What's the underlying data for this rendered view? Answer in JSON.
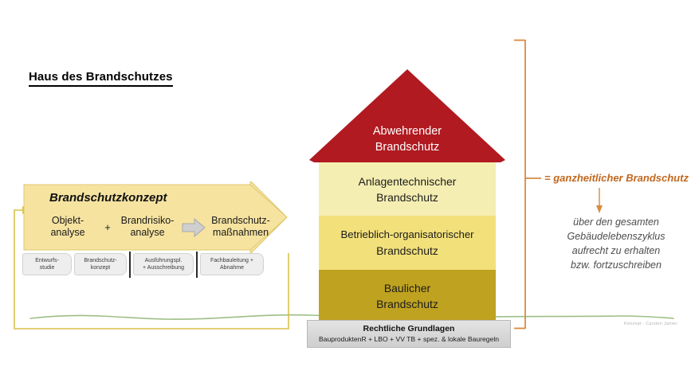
{
  "page": {
    "title": "Haus des Brandschutzes",
    "background_color": "#ffffff"
  },
  "concept": {
    "heading": "Brandschutzkonzept",
    "steps": [
      {
        "line1": "Objekt-",
        "line2": "analyse"
      },
      {
        "line1": "Brandrisiko-",
        "line2": "analyse"
      },
      {
        "line1": "Brandschutz-",
        "line2": "maßnahmen"
      }
    ],
    "operator": "+",
    "mid_arrow_icon": "right-arrow-icon",
    "arrow_fill": "#f6e3a0",
    "arrow_border": "#d8c267"
  },
  "phases": [
    {
      "line1": "Entwurfs-",
      "line2": "studie"
    },
    {
      "line1": "Brandschutz-",
      "line2": "konzept"
    },
    {
      "line1": "Ausführungspl.",
      "line2": "+ Ausschreibung"
    },
    {
      "line1": "Fachbauleitung +",
      "line2": "Abnahme"
    }
  ],
  "house": {
    "roof": {
      "line1": "Abwehrender",
      "line2": "Brandschutz",
      "color": "#b01a20"
    },
    "layers": [
      {
        "line1": "Anlagentechnischer",
        "line2": "Brandschutz",
        "color": "#f5eeb2"
      },
      {
        "line1": "Betrieblich-organisatorischer",
        "line2": "Brandschutz",
        "color": "#f2e07a"
      },
      {
        "line1": "Baulicher",
        "line2": "Brandschutz",
        "color": "#bfa220"
      }
    ],
    "foundation": {
      "title": "Rechtliche Grundlagen",
      "subtitle": "BauproduktenR + LBO + VV TB + spez. & lokale Bauregeln",
      "color": "#d9d9d9"
    }
  },
  "right_panel": {
    "bracket_color": "#d98a3e",
    "holistic_label": "= ganzheitlicher  Brandschutz",
    "note_lines": [
      "über den gesamten",
      "Gebäudelebenszyklus",
      "aufrecht zu erhalten",
      "bzw. fortzuschreiben"
    ]
  },
  "ground_line": {
    "color": "#9dbf86"
  },
  "feedback_loop": {
    "color": "#d9c24a",
    "icon": "loop-arrow-icon"
  },
  "credit": "Konzept : Carsten Janiec"
}
